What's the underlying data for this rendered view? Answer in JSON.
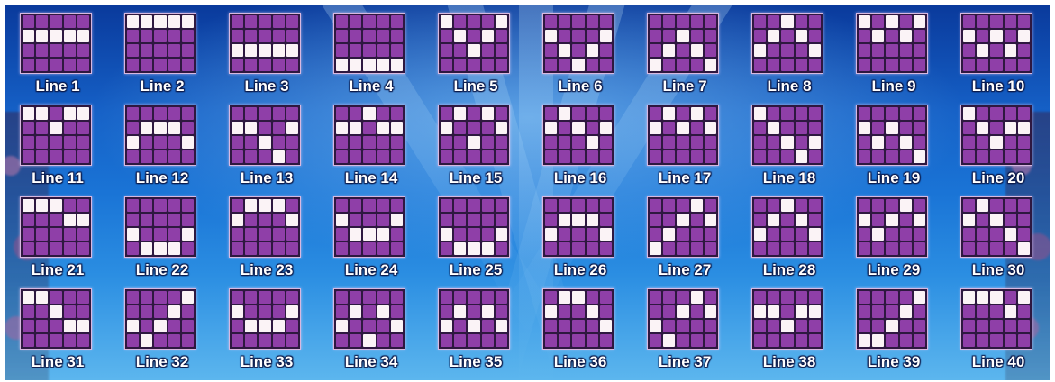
{
  "colors": {
    "background_top": "#0a3a9c",
    "background_bottom": "#5cb6ee",
    "cell_off": "#8f3fa8",
    "cell_on": "#fbf3f6",
    "grid_frame": "#2e1840",
    "label_text": "#ffffff"
  },
  "grid_rows": 4,
  "grid_cols": 5,
  "paylines": [
    {
      "label": "Line 1",
      "path": [
        1,
        1,
        1,
        1,
        1
      ]
    },
    {
      "label": "Line 2",
      "path": [
        0,
        0,
        0,
        0,
        0
      ]
    },
    {
      "label": "Line 3",
      "path": [
        2,
        2,
        2,
        2,
        2
      ]
    },
    {
      "label": "Line 4",
      "path": [
        3,
        3,
        3,
        3,
        3
      ]
    },
    {
      "label": "Line 5",
      "path": [
        0,
        1,
        2,
        1,
        0
      ]
    },
    {
      "label": "Line 6",
      "path": [
        1,
        2,
        3,
        2,
        1
      ]
    },
    {
      "label": "Line 7",
      "path": [
        3,
        2,
        1,
        2,
        3
      ]
    },
    {
      "label": "Line 8",
      "path": [
        2,
        1,
        0,
        1,
        2
      ]
    },
    {
      "label": "Line 9",
      "path": [
        0,
        1,
        0,
        1,
        0
      ]
    },
    {
      "label": "Line 10",
      "path": [
        1,
        2,
        1,
        2,
        1
      ]
    },
    {
      "label": "Line 11",
      "path": [
        0,
        0,
        1,
        0,
        0
      ]
    },
    {
      "label": "Line 12",
      "path": [
        2,
        1,
        1,
        1,
        2
      ]
    },
    {
      "label": "Line 13",
      "path": [
        1,
        1,
        2,
        3,
        1
      ]
    },
    {
      "label": "Line 14",
      "path": [
        1,
        1,
        0,
        1,
        1
      ]
    },
    {
      "label": "Line 15",
      "path": [
        1,
        0,
        2,
        0,
        1
      ]
    },
    {
      "label": "Line 16",
      "path": [
        1,
        0,
        1,
        2,
        1
      ]
    },
    {
      "label": "Line 17",
      "path": [
        1,
        0,
        1,
        0,
        1
      ]
    },
    {
      "label": "Line 18",
      "path": [
        0,
        1,
        2,
        3,
        2
      ]
    },
    {
      "label": "Line 19",
      "path": [
        1,
        2,
        1,
        2,
        3
      ]
    },
    {
      "label": "Line 20",
      "path": [
        0,
        1,
        2,
        1,
        1
      ]
    },
    {
      "label": "Line 21",
      "path": [
        0,
        0,
        0,
        1,
        1
      ]
    },
    {
      "label": "Line 22",
      "path": [
        2,
        3,
        3,
        3,
        2
      ]
    },
    {
      "label": "Line 23",
      "path": [
        1,
        0,
        0,
        0,
        1
      ]
    },
    {
      "label": "Line 24",
      "path": [
        1,
        2,
        2,
        2,
        1
      ]
    },
    {
      "label": "Line 25",
      "path": [
        2,
        3,
        3,
        3,
        2
      ]
    },
    {
      "label": "Line 26",
      "path": [
        2,
        1,
        1,
        1,
        2
      ]
    },
    {
      "label": "Line 27",
      "path": [
        3,
        2,
        1,
        0,
        1
      ]
    },
    {
      "label": "Line 28",
      "path": [
        2,
        1,
        0,
        1,
        2
      ]
    },
    {
      "label": "Line 29",
      "path": [
        1,
        2,
        1,
        0,
        1
      ]
    },
    {
      "label": "Line 30",
      "path": [
        1,
        0,
        1,
        2,
        3
      ]
    },
    {
      "label": "Line 31",
      "path": [
        0,
        0,
        1,
        2,
        2
      ]
    },
    {
      "label": "Line 32",
      "path": [
        2,
        3,
        2,
        1,
        0
      ]
    },
    {
      "label": "Line 33",
      "path": [
        1,
        2,
        2,
        2,
        1
      ]
    },
    {
      "label": "Line 34",
      "path": [
        2,
        1,
        3,
        1,
        2
      ]
    },
    {
      "label": "Line 35",
      "path": [
        2,
        1,
        2,
        1,
        2
      ]
    },
    {
      "label": "Line 36",
      "path": [
        1,
        0,
        0,
        1,
        2
      ]
    },
    {
      "label": "Line 37",
      "path": [
        2,
        3,
        1,
        0,
        1
      ]
    },
    {
      "label": "Line 38",
      "path": [
        1,
        1,
        2,
        1,
        1
      ]
    },
    {
      "label": "Line 39",
      "path": [
        3,
        3,
        2,
        1,
        0
      ]
    },
    {
      "label": "Line 40",
      "path": [
        0,
        0,
        0,
        1,
        0
      ]
    }
  ]
}
